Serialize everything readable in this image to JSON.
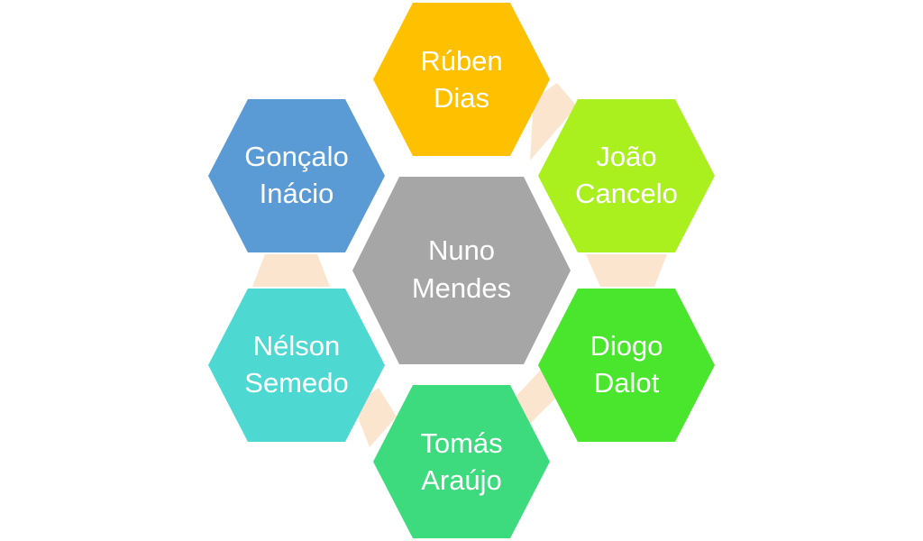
{
  "diagram": {
    "center": {
      "line1": "Nuno",
      "line2": "Mendes",
      "color": "#A6A6A6"
    },
    "nodes": [
      {
        "key": "top",
        "line1": "Rúben",
        "line2": "Dias",
        "color": "#FFC000"
      },
      {
        "key": "upper-right",
        "line1": "João",
        "line2": "Cancelo",
        "color": "#A9F01E"
      },
      {
        "key": "lower-right",
        "line1": "Diogo",
        "line2": "Dalot",
        "color": "#4AE62E"
      },
      {
        "key": "bottom",
        "line1": "Tomás",
        "line2": "Araújo",
        "color": "#3DDB7E"
      },
      {
        "key": "lower-left",
        "line1": "Nélson",
        "line2": "Semedo",
        "color": "#4DD9D2"
      },
      {
        "key": "upper-left",
        "line1": "Gonçalo",
        "line2": "Inácio",
        "color": "#5B9BD5"
      }
    ],
    "connector_color": "#FBE5CE"
  }
}
